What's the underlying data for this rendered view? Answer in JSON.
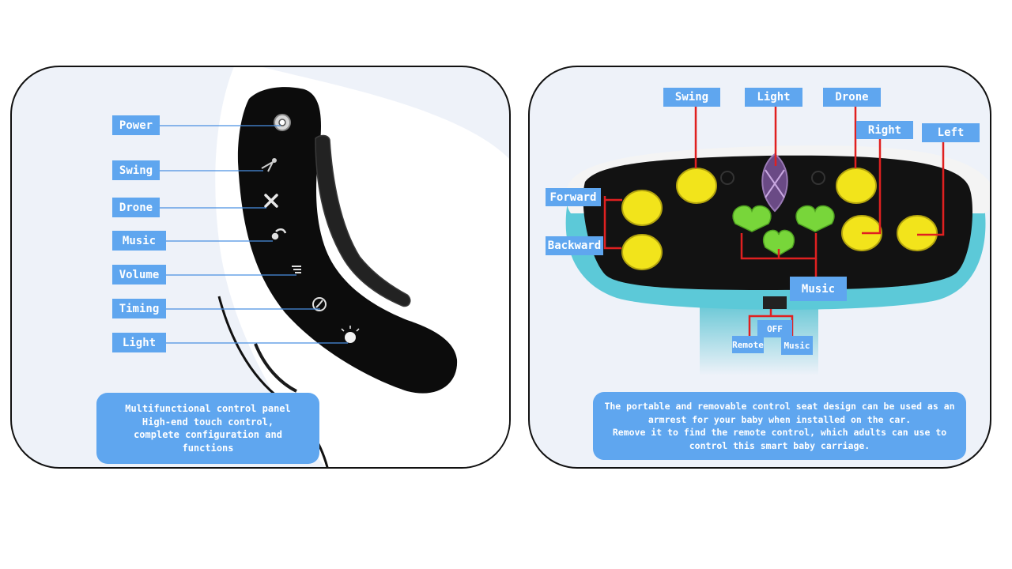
{
  "left_panel": {
    "labels": {
      "power": "Power",
      "swing": "Swing",
      "drone": "Drone",
      "music": "Music",
      "volume": "Volume",
      "timing": "Timing",
      "light": "Light"
    },
    "caption": [
      "Multifunctional control panel",
      "High-end touch control,",
      "complete configuration and",
      "functions"
    ]
  },
  "right_panel": {
    "labels": {
      "swing": "Swing",
      "light": "Light",
      "drone": "Drone",
      "right": "Right",
      "left": "Left",
      "forward": "Forward",
      "backward": "Backward",
      "music": "Music",
      "off": "OFF",
      "remote": "Remote",
      "music_switch": "Music"
    },
    "caption": [
      "The portable and removable control seat design can be used as an",
      "armrest for your baby when installed on the car.",
      "Remove it to find the remote control, which adults can use to",
      "control this smart baby carriage."
    ]
  },
  "colors": {
    "label_blue": "#5fa6ef",
    "leader_line_left": "#4a90e2",
    "leader_line_right": "#e02020",
    "button_yellow": "#f2e41b",
    "button_green": "#78d63a",
    "shell_teal": "#5cc9d8",
    "panel_bg": "#eef2f9"
  }
}
